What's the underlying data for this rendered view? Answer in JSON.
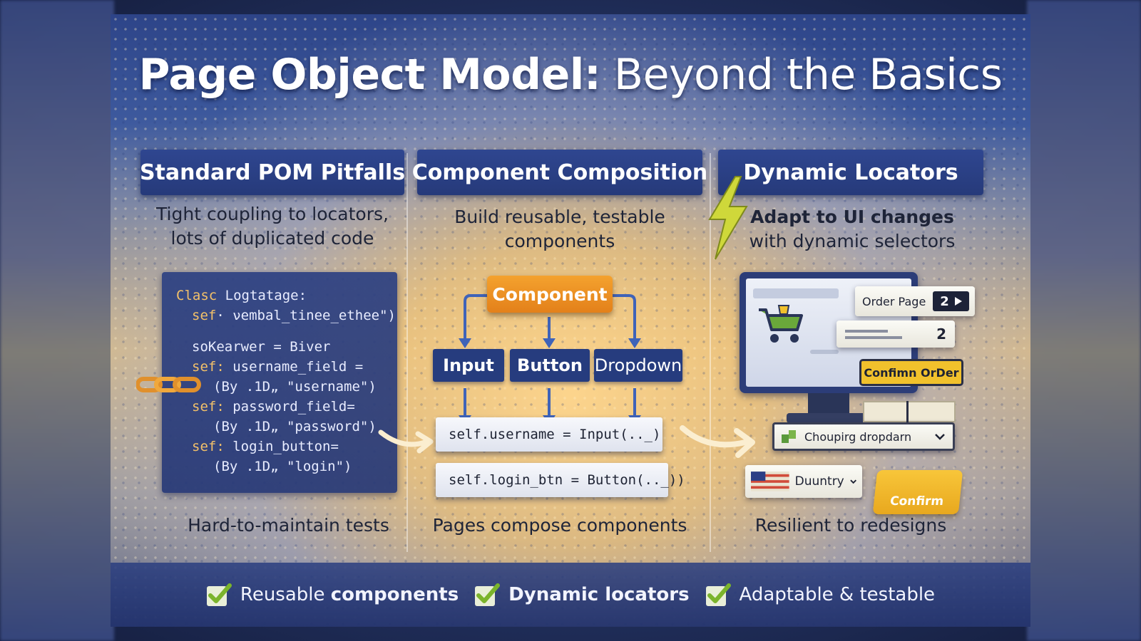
{
  "title": {
    "bold": "Page Object Model:",
    "light": " Beyond the Basics"
  },
  "columns": [
    {
      "header": "Standard POM Pitfalls",
      "description": [
        "Tight coupling to locators,",
        "lots of duplicated code"
      ],
      "footer": "Hard-to-maintain tests"
    },
    {
      "header": "Component Composition",
      "description": [
        "Build reusable, testable",
        "components"
      ],
      "footer": "Pages compose components"
    },
    {
      "header": "Dynamic Locators",
      "description": [
        "Adapt to UI changes",
        "with dynamic selectors"
      ],
      "footer": "Resilient to redesigns"
    }
  ],
  "code": {
    "class_kw": "Clasc",
    "class_name": "Logtatage:",
    "line1_kw": "sef",
    "line1_rest": "· νembal_tinee_ethee\")",
    "line2": "soKearwer = Biver",
    "line3_kw": "sef:",
    "line3_rest": " username_field =",
    "line4": "(By .1D„ \"username\")",
    "line5_kw": "sef:",
    "line5_rest": " password_field=",
    "line6": "(By .1D„ \"password\")",
    "line7_kw": "sef:",
    "line7_rest": " login_button=",
    "line8": "(By .1D„ \"login\")"
  },
  "composition": {
    "component": "Component",
    "children": [
      "Input",
      "Button",
      "Dropdown"
    ],
    "code_lines": [
      "self.username = Input(.._)",
      "self.login_btn = Button(.._))"
    ]
  },
  "dynamic": {
    "order_page": "Order Page",
    "page_number": "2",
    "row_value": "2",
    "confirm_order": "Confimn OrDer",
    "dropdown": "Choupirg dropdarn",
    "country": "Duuntry",
    "confirm": "Confirm"
  },
  "benefits": [
    {
      "plain": "Reusable ",
      "bold": "components",
      "plain_after": ""
    },
    {
      "plain": "",
      "bold": "Dynamic locators",
      "plain_after": ""
    },
    {
      "plain": "Adaptable & testable",
      "bold": "",
      "plain_after": ""
    }
  ],
  "colors": {
    "header_bg": "#263a7a",
    "accent_orange": "#e3801a",
    "accent_yellow": "#f1c12c",
    "check_green": "#7bb42c"
  }
}
